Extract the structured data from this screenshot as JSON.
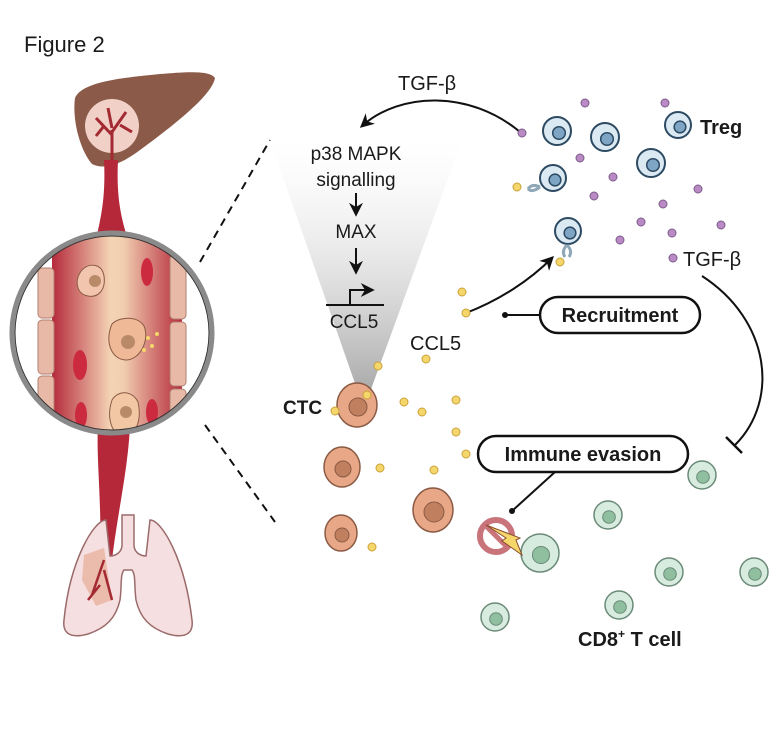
{
  "figure": {
    "title": "Figure 2"
  },
  "pathway": {
    "tgf_top": "TGF-β",
    "p38_line1": "p38 MAPK",
    "p38_line2": "signalling",
    "max": "MAX",
    "gene": "CCL5"
  },
  "labels": {
    "ctc": "CTC",
    "ccl5": "CCL5",
    "treg": "Treg",
    "tgf_right": "TGF-β",
    "recruitment": "Recruitment",
    "immune_evasion": "Immune evasion",
    "cd8_prefix": "CD8",
    "cd8_sup": "+",
    "cd8_suffix": " T cell"
  },
  "colors": {
    "liver": "#8b5a48",
    "vessel": "#b5283a",
    "ctc_fill": "#e8a888",
    "ctc_nucleus": "#c08060",
    "treg_fill": "#dbe9f3",
    "treg_nucleus": "#7ea6c4",
    "treg_stroke": "#2d4a63",
    "cd8_fill": "#d8ebdf",
    "cd8_nucleus": "#8fbf9f",
    "cd8_stroke": "#6a8a78",
    "tgf_dot": "#b98ac4",
    "ccl5_dot": "#f5d66b",
    "inhibit": "#c9737a"
  }
}
